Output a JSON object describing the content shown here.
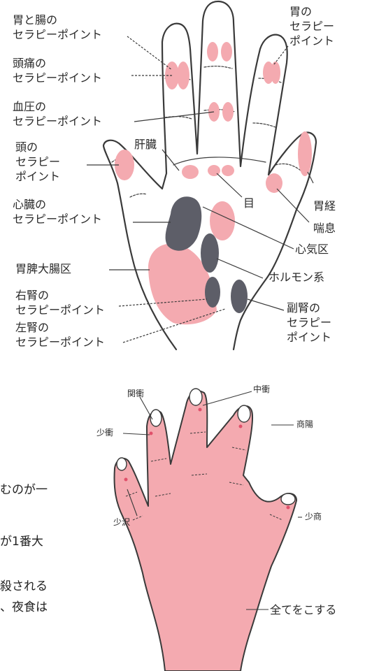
{
  "palm": {
    "stomach_intestine": [
      "胃と腸の",
      "セラピーポイント"
    ],
    "headache": [
      "頭痛の",
      "セラピーポイント"
    ],
    "blood_pressure": [
      "血圧の",
      "セラピーポイント"
    ],
    "head": [
      "頭の",
      "セラピー",
      "ポイント"
    ],
    "heart": [
      "心臓の",
      "セラピーポイント"
    ],
    "spleen_colon": "胃脾大腸区",
    "right_kidney": [
      "右腎の",
      "セラピーポイント"
    ],
    "left_kidney": [
      "左腎の",
      "セラピーポイント"
    ],
    "stomach_top": [
      "胃の",
      "セラピー",
      "ポイント"
    ],
    "liver": "肝臓",
    "eye": "目",
    "stomach_meridian": "胃経",
    "asthma": "喘息",
    "heart_qi": "心気区",
    "hormone": "ホルモン系",
    "adrenal": [
      "副腎の",
      "セラピー",
      "ポイント"
    ]
  },
  "back": {
    "guanchong": "関衝",
    "zhongchong": "中衝",
    "shaochong": "少衝",
    "shangyang": "商陽",
    "shaoze": "少沢",
    "shaoshang": "少商",
    "rub_all": "全てをこする"
  },
  "body_text": [
    "むのが一",
    "が1番大",
    "殺される",
    "、夜食は"
  ],
  "colors": {
    "pink": "#f4aab0",
    "dark": "#5d5e68",
    "outline": "#3a3a3a",
    "red_dot": "#e0506a"
  }
}
